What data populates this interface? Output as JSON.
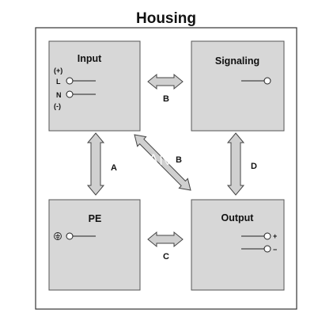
{
  "title": "Housing",
  "blocks": {
    "input": {
      "label": "Input",
      "terminals": [
        "(+)",
        "L",
        "N",
        "(-)"
      ]
    },
    "signaling": {
      "label": "Signaling"
    },
    "pe": {
      "label": "PE"
    },
    "output": {
      "label": "Output",
      "terminals": [
        "+",
        "−"
      ]
    }
  },
  "connections": [
    "A",
    "B",
    "C",
    "D",
    "B"
  ],
  "watermark": "AVANTEC",
  "colors": {
    "block_fill": "#d7d7d7",
    "block_stroke": "#555555",
    "arrow_fill": "#d0d0d0",
    "arrow_stroke": "#444444",
    "frame_stroke": "#333333"
  }
}
